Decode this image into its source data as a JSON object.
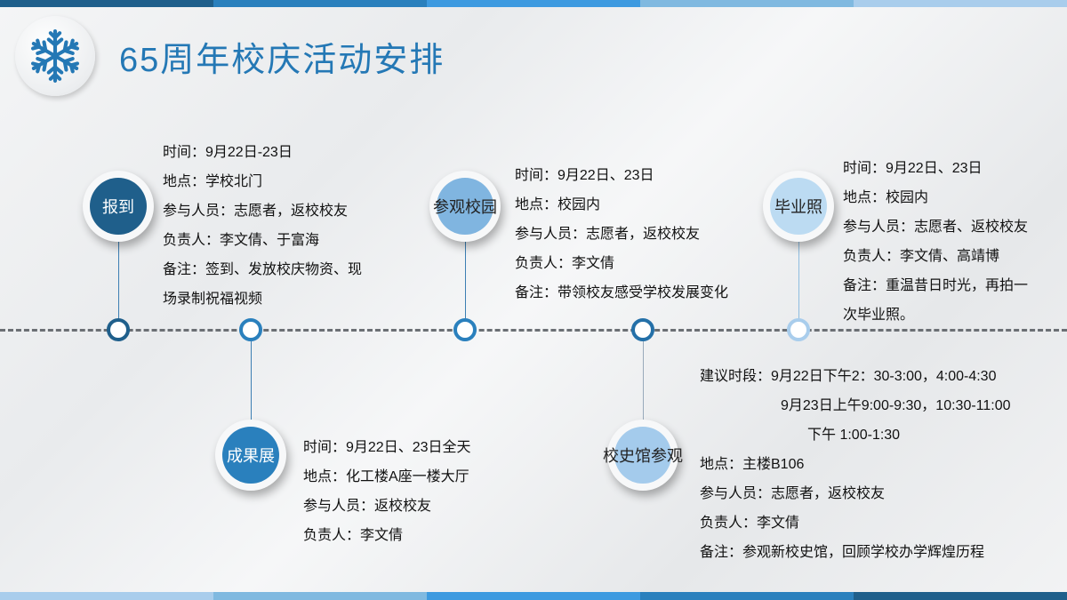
{
  "title": "65周年校庆活动安排",
  "colors": {
    "bar": [
      "#1f5f8b",
      "#2a80bd",
      "#3d9ae0",
      "#80b9e0",
      "#a9cdec"
    ],
    "title": "#2478b5"
  },
  "events": [
    {
      "name": "报到",
      "lines": [
        "时间：9月22日-23日",
        "地点：学校北门",
        "参与人员：志愿者，返校校友",
        "负责人：李文倩、于富海",
        "备注：签到、发放校庆物资、现",
        "场录制祝福视频"
      ]
    },
    {
      "name": "成果展",
      "lines": [
        "时间：9月22日、23日全天",
        "地点：化工楼A座一楼大厅",
        "参与人员：返校校友",
        "负责人：李文倩"
      ]
    },
    {
      "name": "参观校园",
      "lines": [
        "时间：9月22日、23日",
        "地点：校园内",
        "参与人员：志愿者，返校校友",
        "负责人：李文倩",
        "备注：带领校友感受学校发展变化"
      ]
    },
    {
      "name": "校史馆参观",
      "lines": [
        "建议时段：9月22日下午2：30-3:00，4:00-4:30",
        "9月23日上午9:00-9:30，10:30-11:00",
        "下午 1:00-1:30",
        "地点：主楼B106",
        "参与人员：志愿者，返校校友",
        "负责人：李文倩",
        "备注：参观新校史馆，回顾学校办学辉煌历程"
      ]
    },
    {
      "name": "毕业照",
      "lines": [
        "时间：9月22日、23日",
        "地点：校园内",
        "参与人员：志愿者、返校校友",
        "负责人：李文倩、高靖博",
        "备注：重温昔日时光，再拍一",
        "次毕业照。"
      ]
    }
  ]
}
